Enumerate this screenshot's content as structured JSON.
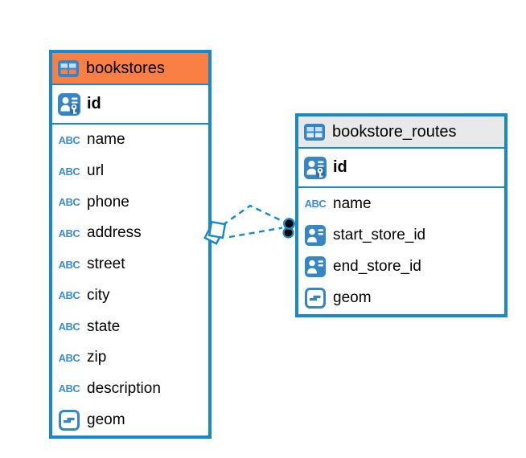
{
  "diagram": {
    "tables": [
      {
        "title": "bookstores",
        "primary_key": "id",
        "columns": [
          {
            "name": "name",
            "type": "varchar"
          },
          {
            "name": "url",
            "type": "varchar"
          },
          {
            "name": "phone",
            "type": "varchar"
          },
          {
            "name": "address",
            "type": "varchar"
          },
          {
            "name": "street",
            "type": "varchar"
          },
          {
            "name": "city",
            "type": "varchar"
          },
          {
            "name": "state",
            "type": "varchar"
          },
          {
            "name": "zip",
            "type": "varchar"
          },
          {
            "name": "description",
            "type": "varchar"
          },
          {
            "name": "geom",
            "type": "geometry"
          }
        ]
      },
      {
        "title": "bookstore_routes",
        "primary_key": "id",
        "columns": [
          {
            "name": "name",
            "type": "varchar"
          },
          {
            "name": "start_store_id",
            "type": "foreign_key"
          },
          {
            "name": "end_store_id",
            "type": "foreign_key"
          },
          {
            "name": "geom",
            "type": "geometry"
          }
        ]
      }
    ],
    "icon_labels": {
      "varchar": "ABC"
    },
    "relationship": {
      "link_count": 2,
      "style": "dashed"
    },
    "colors": {
      "table_border": "#1688CB",
      "selected_header_orange": "#F97F44",
      "header_gray": "#E9E9E9",
      "icon_blue": "#3585C7",
      "text": "#000000"
    }
  }
}
